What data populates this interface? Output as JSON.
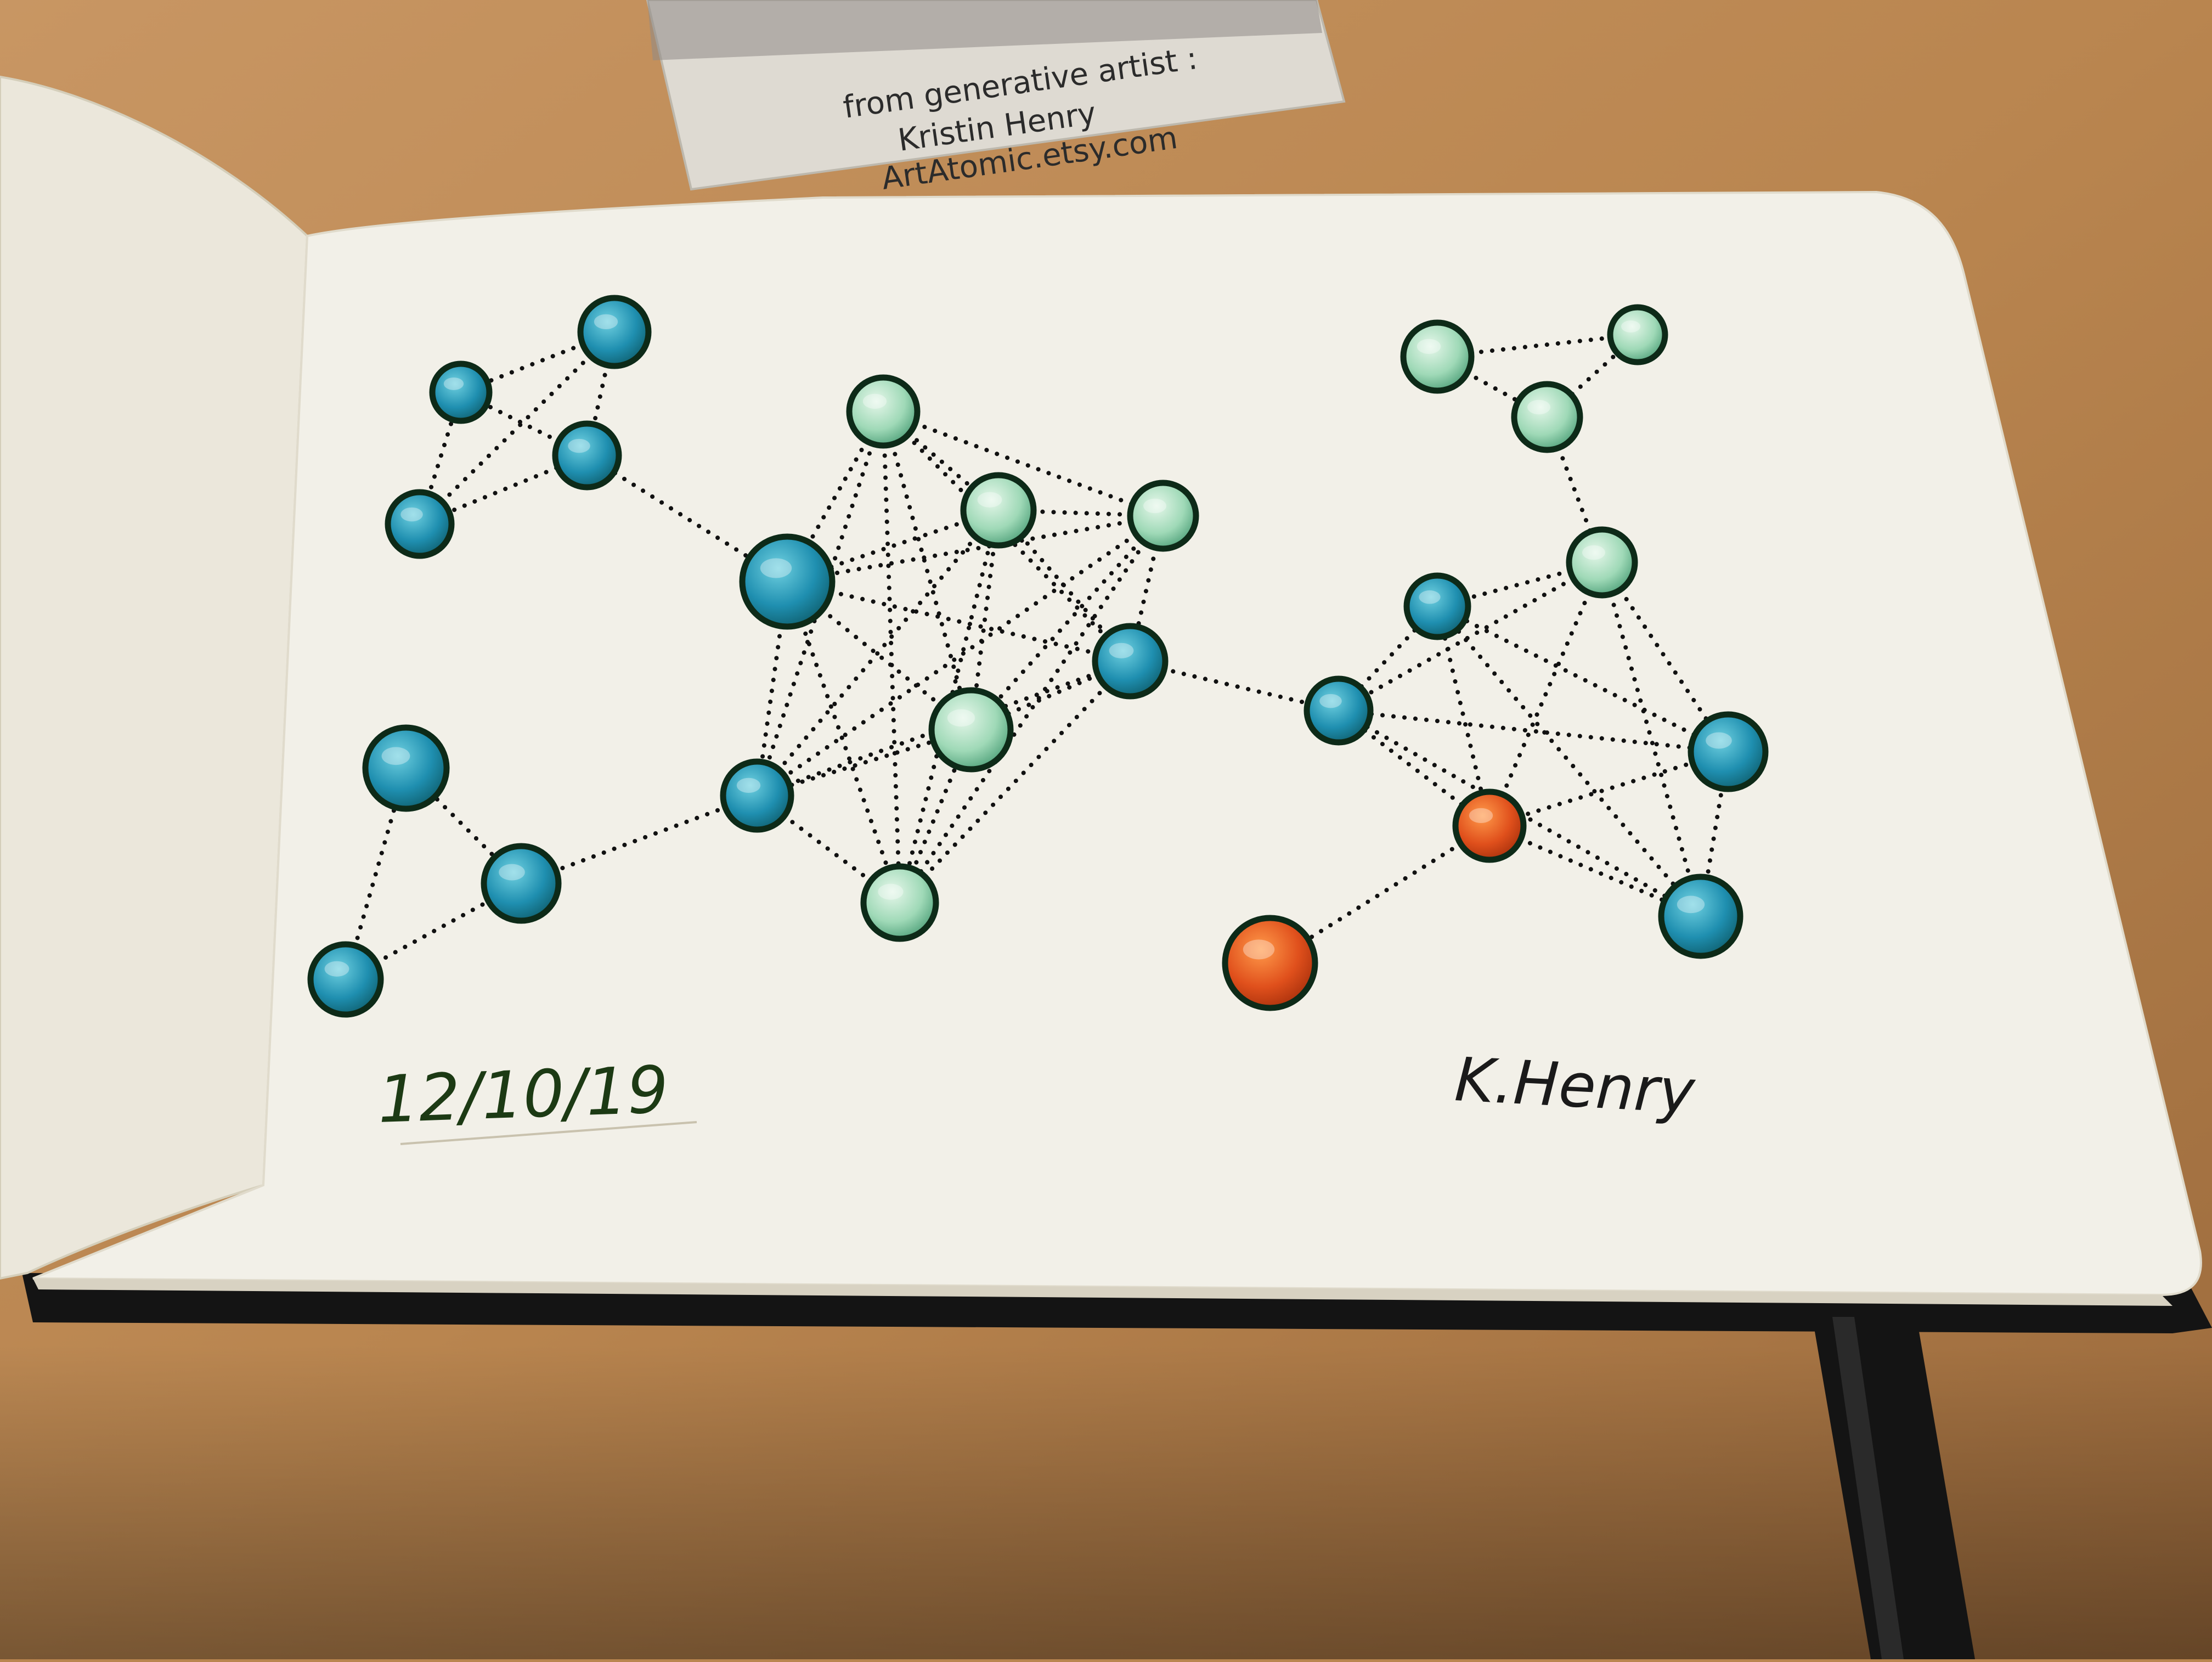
{
  "scene": {
    "card_lines": [
      "from generative artist :",
      "Kristin Henry",
      "ArtAtomic.etsy.com"
    ],
    "date_text": "12/10/19",
    "signature_text": "K.Henry"
  },
  "palette": {
    "table": "#b9854f",
    "table_dark": "#8a5f35",
    "page": "#f1efe7",
    "page_edge": "#e4dfd1",
    "ink": "#111111",
    "teal": "#1f8fb0",
    "teal_light": "#4fb5cc",
    "mint": "#9fd9b7",
    "mint_light": "#d4f0dd",
    "orange": "#e0501c",
    "orange_light": "#f07a36",
    "card": "#d9d6cf",
    "ribbon": "#141414"
  },
  "drawing": {
    "node_colors": [
      "teal",
      "mint",
      "orange"
    ],
    "edge_style": "dotted"
  }
}
